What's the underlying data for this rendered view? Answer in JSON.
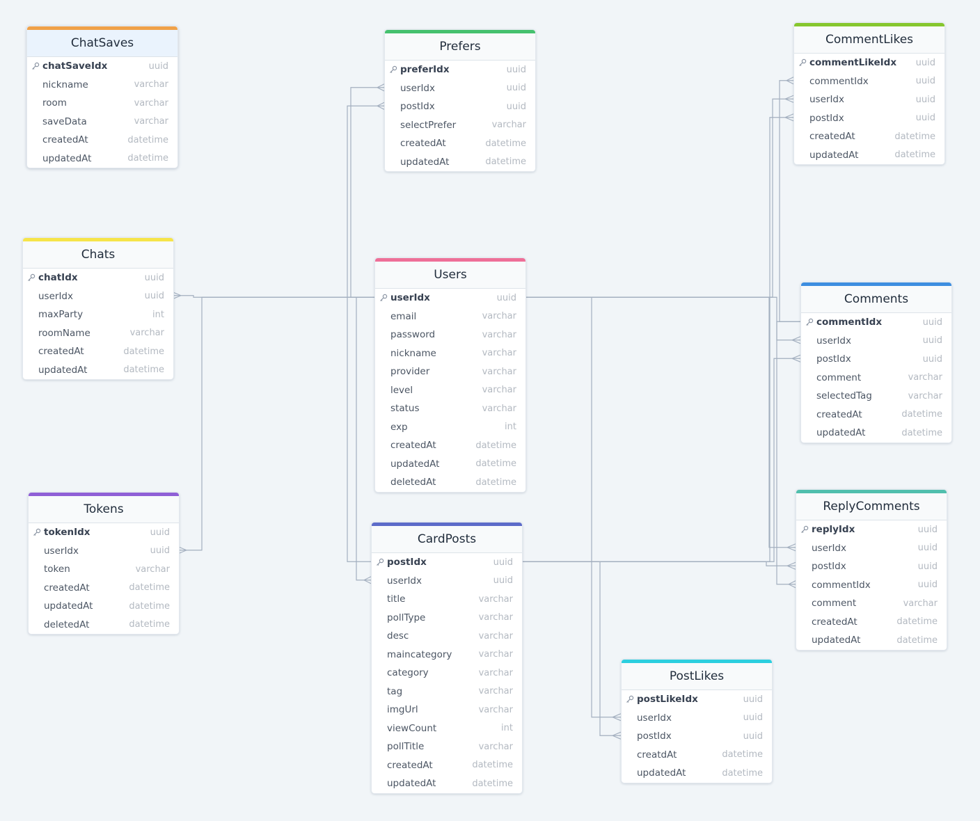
{
  "tables": [
    {
      "id": "chatsaves",
      "name": "ChatSaves",
      "color": "#f0a148",
      "selected": true,
      "fields": [
        {
          "name": "chatSaveIdx",
          "type": "uuid",
          "pk": true
        },
        {
          "name": "nickname",
          "type": "varchar"
        },
        {
          "name": "room",
          "type": "varchar"
        },
        {
          "name": "saveData",
          "type": "varchar"
        },
        {
          "name": "createdAt",
          "type": "datetime"
        },
        {
          "name": "updatedAt",
          "type": "datetime"
        }
      ]
    },
    {
      "id": "prefers",
      "name": "Prefers",
      "color": "#45c16e",
      "fields": [
        {
          "name": "preferIdx",
          "type": "uuid",
          "pk": true
        },
        {
          "name": "userIdx",
          "type": "uuid"
        },
        {
          "name": "postIdx",
          "type": "uuid"
        },
        {
          "name": "selectPrefer",
          "type": "varchar"
        },
        {
          "name": "createdAt",
          "type": "datetime"
        },
        {
          "name": "updatedAt",
          "type": "datetime"
        }
      ]
    },
    {
      "id": "commentlikes",
      "name": "CommentLikes",
      "color": "#86c72e",
      "fields": [
        {
          "name": "commentLikeIdx",
          "type": "uuid",
          "pk": true
        },
        {
          "name": "commentIdx",
          "type": "uuid"
        },
        {
          "name": "userIdx",
          "type": "uuid"
        },
        {
          "name": "postIdx",
          "type": "uuid"
        },
        {
          "name": "createdAt",
          "type": "datetime"
        },
        {
          "name": "updatedAt",
          "type": "datetime"
        }
      ]
    },
    {
      "id": "chats",
      "name": "Chats",
      "color": "#f6e44a",
      "fields": [
        {
          "name": "chatIdx",
          "type": "uuid",
          "pk": true
        },
        {
          "name": "userIdx",
          "type": "uuid"
        },
        {
          "name": "maxParty",
          "type": "int"
        },
        {
          "name": "roomName",
          "type": "varchar"
        },
        {
          "name": "createdAt",
          "type": "datetime"
        },
        {
          "name": "updatedAt",
          "type": "datetime"
        }
      ]
    },
    {
      "id": "users",
      "name": "Users",
      "color": "#ee6f98",
      "fields": [
        {
          "name": "userIdx",
          "type": "uuid",
          "pk": true
        },
        {
          "name": "email",
          "type": "varchar"
        },
        {
          "name": "password",
          "type": "varchar"
        },
        {
          "name": "nickname",
          "type": "varchar"
        },
        {
          "name": "provider",
          "type": "varchar"
        },
        {
          "name": "level",
          "type": "varchar"
        },
        {
          "name": "status",
          "type": "varchar"
        },
        {
          "name": "exp",
          "type": "int"
        },
        {
          "name": "createdAt",
          "type": "datetime"
        },
        {
          "name": "updatedAt",
          "type": "datetime"
        },
        {
          "name": "deletedAt",
          "type": "datetime"
        }
      ]
    },
    {
      "id": "comments",
      "name": "Comments",
      "color": "#3d8ee0",
      "fields": [
        {
          "name": "commentIdx",
          "type": "uuid",
          "pk": true
        },
        {
          "name": "userIdx",
          "type": "uuid"
        },
        {
          "name": "postIdx",
          "type": "uuid"
        },
        {
          "name": "comment",
          "type": "varchar"
        },
        {
          "name": "selectedTag",
          "type": "varchar"
        },
        {
          "name": "createdAt",
          "type": "datetime"
        },
        {
          "name": "updatedAt",
          "type": "datetime"
        }
      ]
    },
    {
      "id": "tokens",
      "name": "Tokens",
      "color": "#8f5fd6",
      "fields": [
        {
          "name": "tokenIdx",
          "type": "uuid",
          "pk": true
        },
        {
          "name": "userIdx",
          "type": "uuid"
        },
        {
          "name": "token",
          "type": "varchar"
        },
        {
          "name": "createdAt",
          "type": "datetime"
        },
        {
          "name": "updatedAt",
          "type": "datetime"
        },
        {
          "name": "deletedAt",
          "type": "datetime"
        }
      ]
    },
    {
      "id": "cardposts",
      "name": "CardPosts",
      "color": "#5c6bc9",
      "fields": [
        {
          "name": "postIdx",
          "type": "uuid",
          "pk": true
        },
        {
          "name": "userIdx",
          "type": "uuid"
        },
        {
          "name": "title",
          "type": "varchar"
        },
        {
          "name": "pollType",
          "type": "varchar"
        },
        {
          "name": "desc",
          "type": "varchar"
        },
        {
          "name": "maincategory",
          "type": "varchar"
        },
        {
          "name": "category",
          "type": "varchar"
        },
        {
          "name": "tag",
          "type": "varchar"
        },
        {
          "name": "imgUrl",
          "type": "varchar"
        },
        {
          "name": "viewCount",
          "type": "int"
        },
        {
          "name": "pollTitle",
          "type": "varchar"
        },
        {
          "name": "createdAt",
          "type": "datetime"
        },
        {
          "name": "updatedAt",
          "type": "datetime"
        }
      ]
    },
    {
      "id": "replycomments",
      "name": "ReplyComments",
      "color": "#50bfad",
      "fields": [
        {
          "name": "replyIdx",
          "type": "uuid",
          "pk": true
        },
        {
          "name": "userIdx",
          "type": "uuid"
        },
        {
          "name": "postIdx",
          "type": "uuid"
        },
        {
          "name": "commentIdx",
          "type": "uuid"
        },
        {
          "name": "comment",
          "type": "varchar"
        },
        {
          "name": "createdAt",
          "type": "datetime"
        },
        {
          "name": "updatedAt",
          "type": "datetime"
        }
      ]
    },
    {
      "id": "postlikes",
      "name": "PostLikes",
      "color": "#2ccfdf",
      "fields": [
        {
          "name": "postLikeIdx",
          "type": "uuid",
          "pk": true
        },
        {
          "name": "userIdx",
          "type": "uuid"
        },
        {
          "name": "postIdx",
          "type": "uuid"
        },
        {
          "name": "creatdAt",
          "type": "datetime"
        },
        {
          "name": "updatedAt",
          "type": "datetime"
        }
      ]
    }
  ],
  "relations": [
    {
      "from": "users.userIdx",
      "to": "chats.userIdx"
    },
    {
      "from": "users.userIdx",
      "to": "tokens.userIdx"
    },
    {
      "from": "users.userIdx",
      "to": "prefers.userIdx"
    },
    {
      "from": "users.userIdx",
      "to": "cardposts.userIdx"
    },
    {
      "from": "users.userIdx",
      "to": "commentlikes.userIdx"
    },
    {
      "from": "users.userIdx",
      "to": "comments.userIdx"
    },
    {
      "from": "users.userIdx",
      "to": "replycomments.userIdx"
    },
    {
      "from": "users.userIdx",
      "to": "postlikes.userIdx"
    },
    {
      "from": "cardposts.postIdx",
      "to": "prefers.postIdx"
    },
    {
      "from": "cardposts.postIdx",
      "to": "commentlikes.postIdx"
    },
    {
      "from": "cardposts.postIdx",
      "to": "comments.postIdx"
    },
    {
      "from": "cardposts.postIdx",
      "to": "replycomments.postIdx"
    },
    {
      "from": "cardposts.postIdx",
      "to": "postlikes.postIdx"
    },
    {
      "from": "comments.commentIdx",
      "to": "commentlikes.commentIdx"
    },
    {
      "from": "comments.commentIdx",
      "to": "replycomments.commentIdx"
    }
  ],
  "colors": {
    "line": "#a3afbf",
    "background": "#f1f5f8",
    "key_icon": "#8a94a3"
  }
}
